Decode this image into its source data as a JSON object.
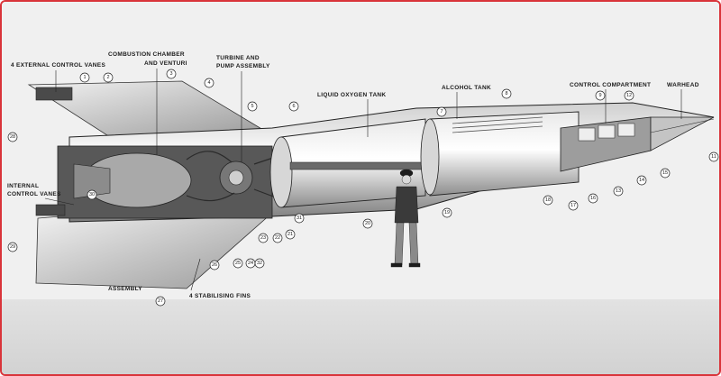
{
  "labels": {
    "external_vanes": "4 EXTERNAL CONTROL VANES",
    "combustion_1": "COMBUSTION CHAMBER",
    "combustion_2": "AND VENTURI",
    "turbine_1": "TURBINE AND",
    "turbine_2": "PUMP ASSEMBLY",
    "lox_tank": "LIQUID OXYGEN TANK",
    "alcohol_tank": "ALCOHOL TANK",
    "control_compartment": "CONTROL COMPARTMENT",
    "warhead": "WARHEAD",
    "internal_1": "INTERNAL",
    "internal_2": "CONTROL VANES",
    "fins": "4 STABILISING FINS",
    "assembly": "ASSEMBLY"
  },
  "callouts": [
    "1",
    "2",
    "3",
    "4",
    "5",
    "6",
    "7",
    "8",
    "9",
    "12",
    "11",
    "13",
    "14",
    "15",
    "16",
    "17",
    "18",
    "19",
    "20",
    "21",
    "22",
    "23",
    "24",
    "25",
    "26",
    "27",
    "28",
    "29",
    "30",
    "31",
    "32"
  ],
  "colors": {
    "frame": "#d9343a",
    "ink": "#222222",
    "metal_light": "#e8e8e8",
    "metal_mid": "#bdbdbd",
    "metal_dark": "#5a5a5a"
  }
}
